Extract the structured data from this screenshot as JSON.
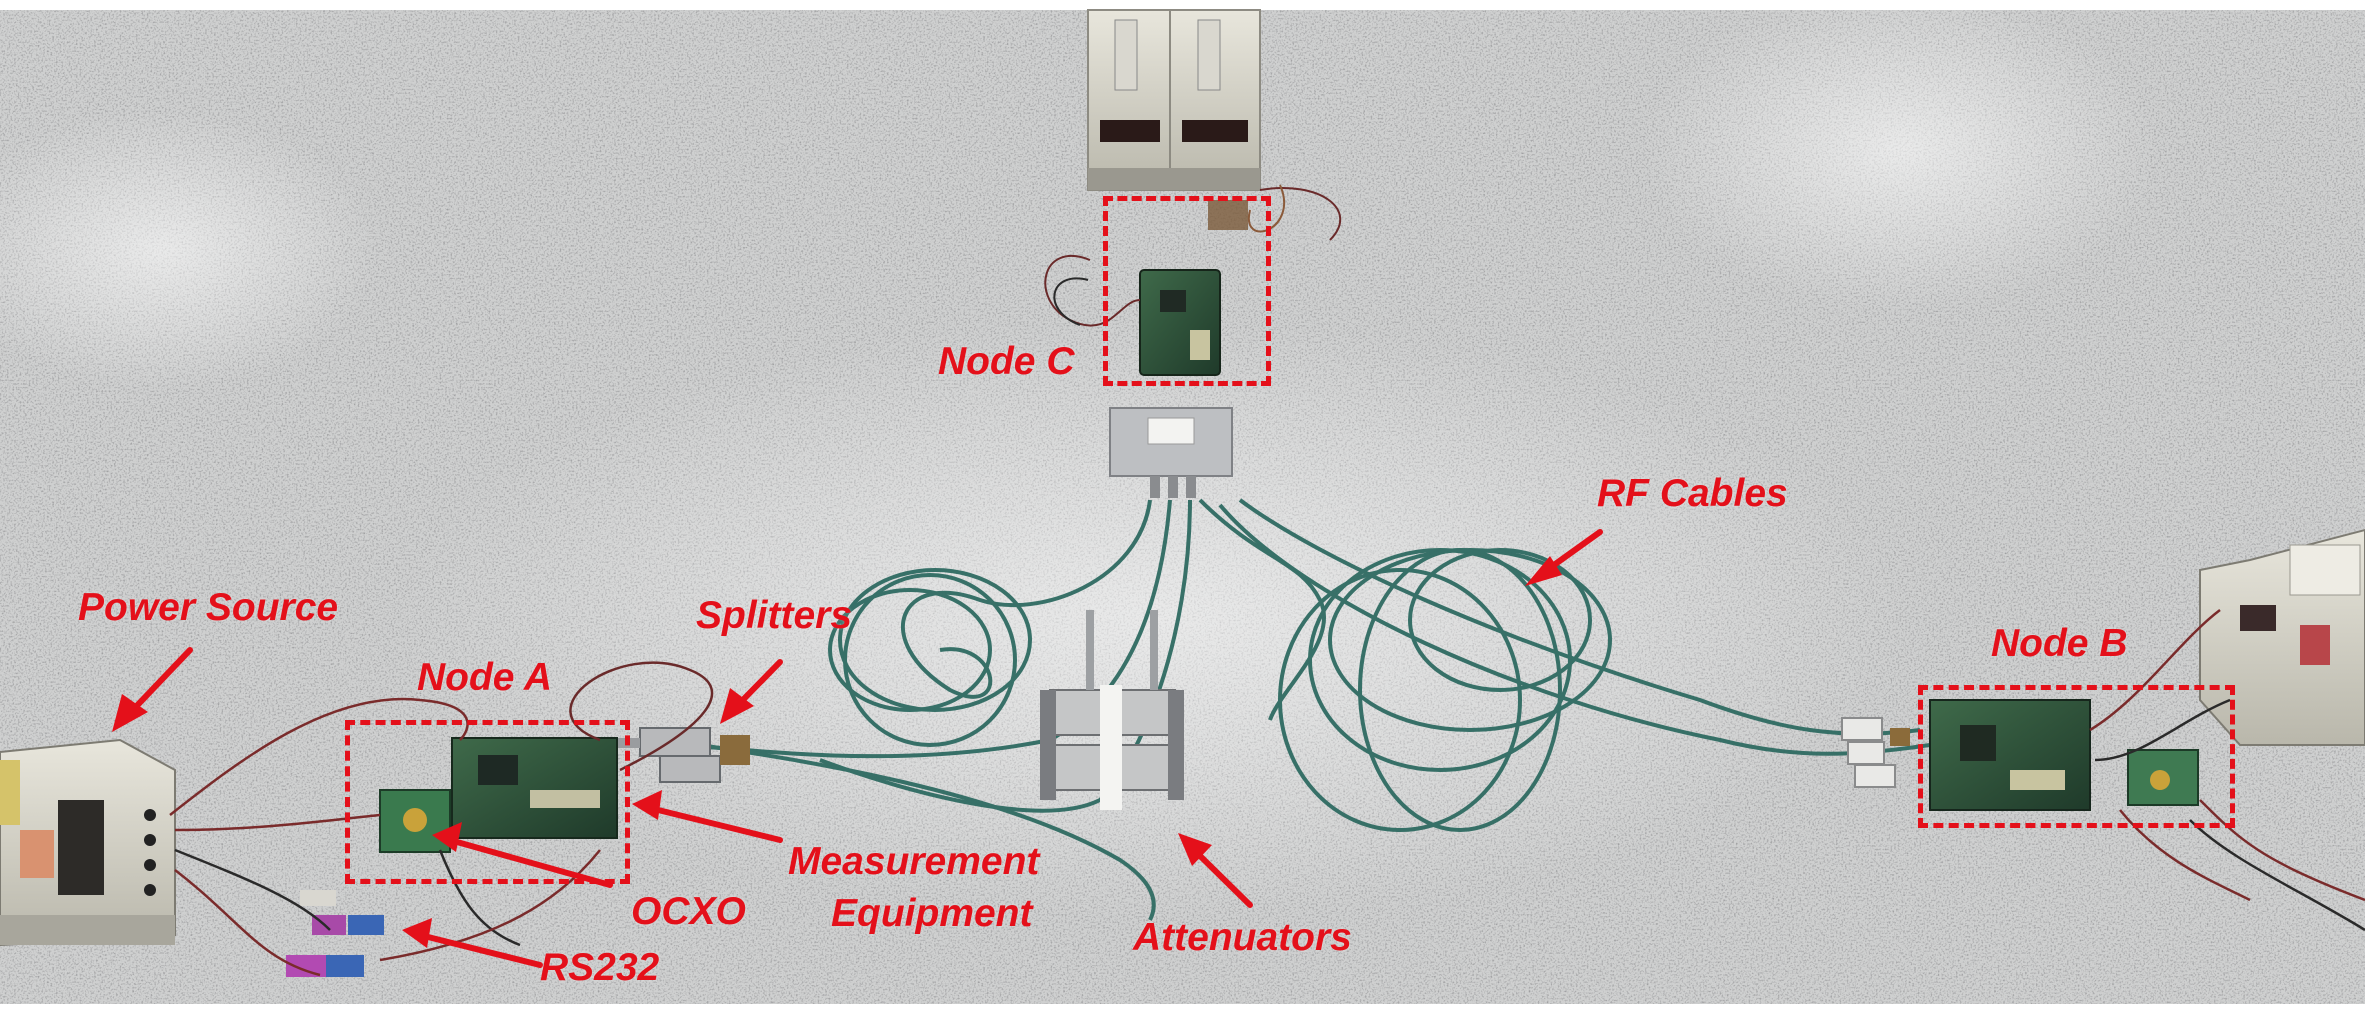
{
  "photo": {
    "description_free": true,
    "accent_color": "#e4101a",
    "floor_color": "#cfd0d0"
  },
  "labels": {
    "node_c": "Node C",
    "rf_cables": "RF Cables",
    "power_source": "Power Source",
    "splitters": "Splitters",
    "node_a": "Node A",
    "node_b": "Node B",
    "measurement_line1": "Measurement",
    "measurement_line2": "Equipment",
    "ocxo": "OCXO",
    "rs232": "RS232",
    "attenuators": "Attenuators"
  }
}
